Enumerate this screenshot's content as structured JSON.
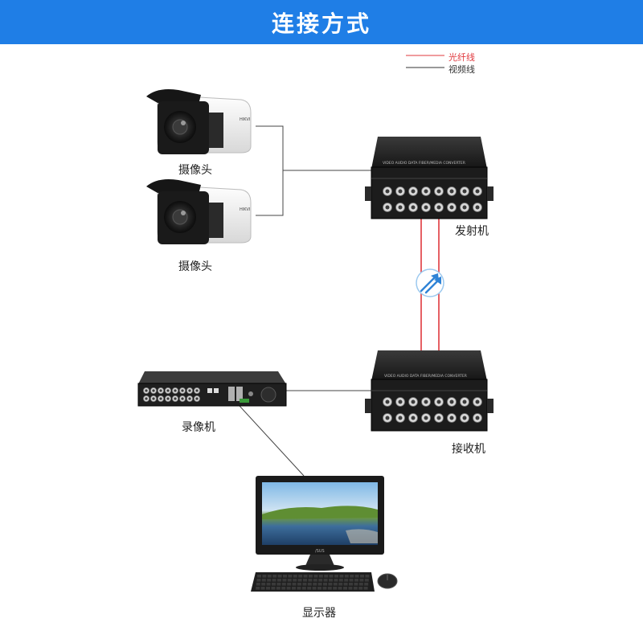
{
  "header": {
    "title": "连接方式"
  },
  "legend": {
    "items": [
      {
        "label": "光纤线",
        "color": "#e0393e"
      },
      {
        "label": "视频线",
        "color": "#333333"
      }
    ]
  },
  "nodes": {
    "camera_1": "摄像头",
    "camera_2": "摄像头",
    "transmitter": "发射机",
    "receiver": "接收机",
    "recorder": "录像机",
    "monitor": "显示器"
  },
  "colors": {
    "banner": "#1f7ee6",
    "fiber": "#e0393e",
    "video": "#333333",
    "device_body": "#1c1c1c"
  }
}
